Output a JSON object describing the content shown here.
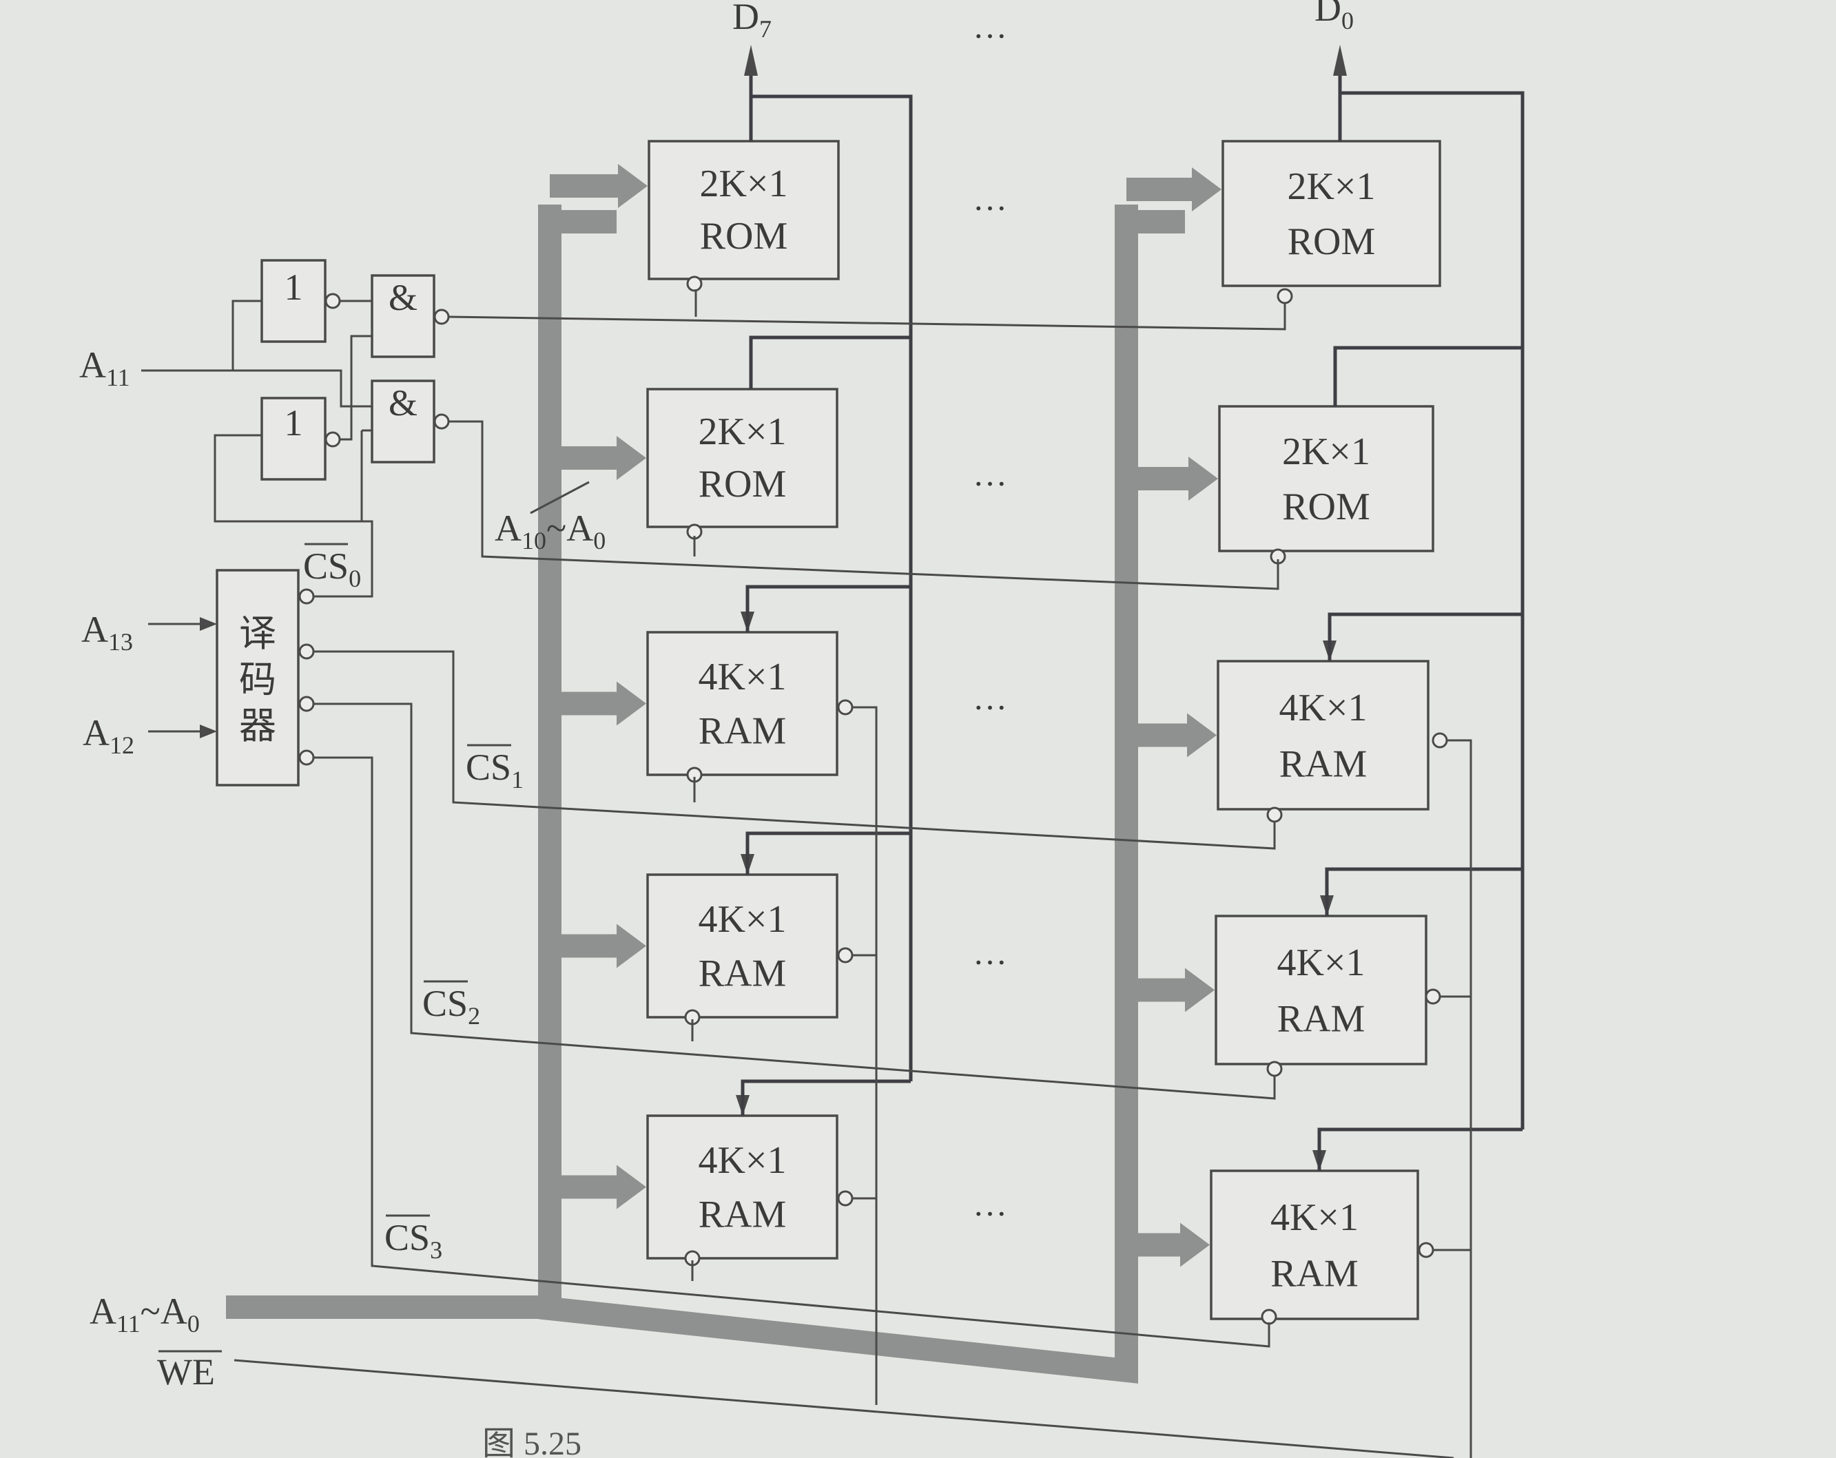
{
  "diagram": {
    "outputs": {
      "msb": {
        "base": "D",
        "sub": "7"
      },
      "lsb": {
        "base": "D",
        "sub": "0"
      }
    },
    "ellipsis": "…",
    "chips": [
      {
        "size": "2K×1",
        "type": "ROM"
      },
      {
        "size": "2K×1",
        "type": "ROM"
      },
      {
        "size": "4K×1",
        "type": "RAM"
      },
      {
        "size": "4K×1",
        "type": "RAM"
      },
      {
        "size": "4K×1",
        "type": "RAM"
      }
    ],
    "gates": {
      "not_symbol": "1",
      "and_symbol": "&"
    },
    "decoder": {
      "label_lines": [
        "译",
        "码",
        "器"
      ]
    },
    "inputs": {
      "a11": {
        "base": "A",
        "sub": "11"
      },
      "a13": {
        "base": "A",
        "sub": "13"
      },
      "a12": {
        "base": "A",
        "sub": "12"
      }
    },
    "chip_selects": {
      "cs0": {
        "base": "CS",
        "sub": "0"
      },
      "cs1": {
        "base": "CS",
        "sub": "1"
      },
      "cs2": {
        "base": "CS",
        "sub": "2"
      },
      "cs3": {
        "base": "CS",
        "sub": "3"
      }
    },
    "address_labels": {
      "rom_addr": {
        "base1": "A",
        "sub1": "10",
        "sep": "~",
        "base2": "A",
        "sub2": "0"
      },
      "main_bus": {
        "base1": "A",
        "sub1": "11",
        "sep": "~",
        "base2": "A",
        "sub2": "0"
      }
    },
    "write_enable": "WE",
    "caption": "图 5.25"
  }
}
